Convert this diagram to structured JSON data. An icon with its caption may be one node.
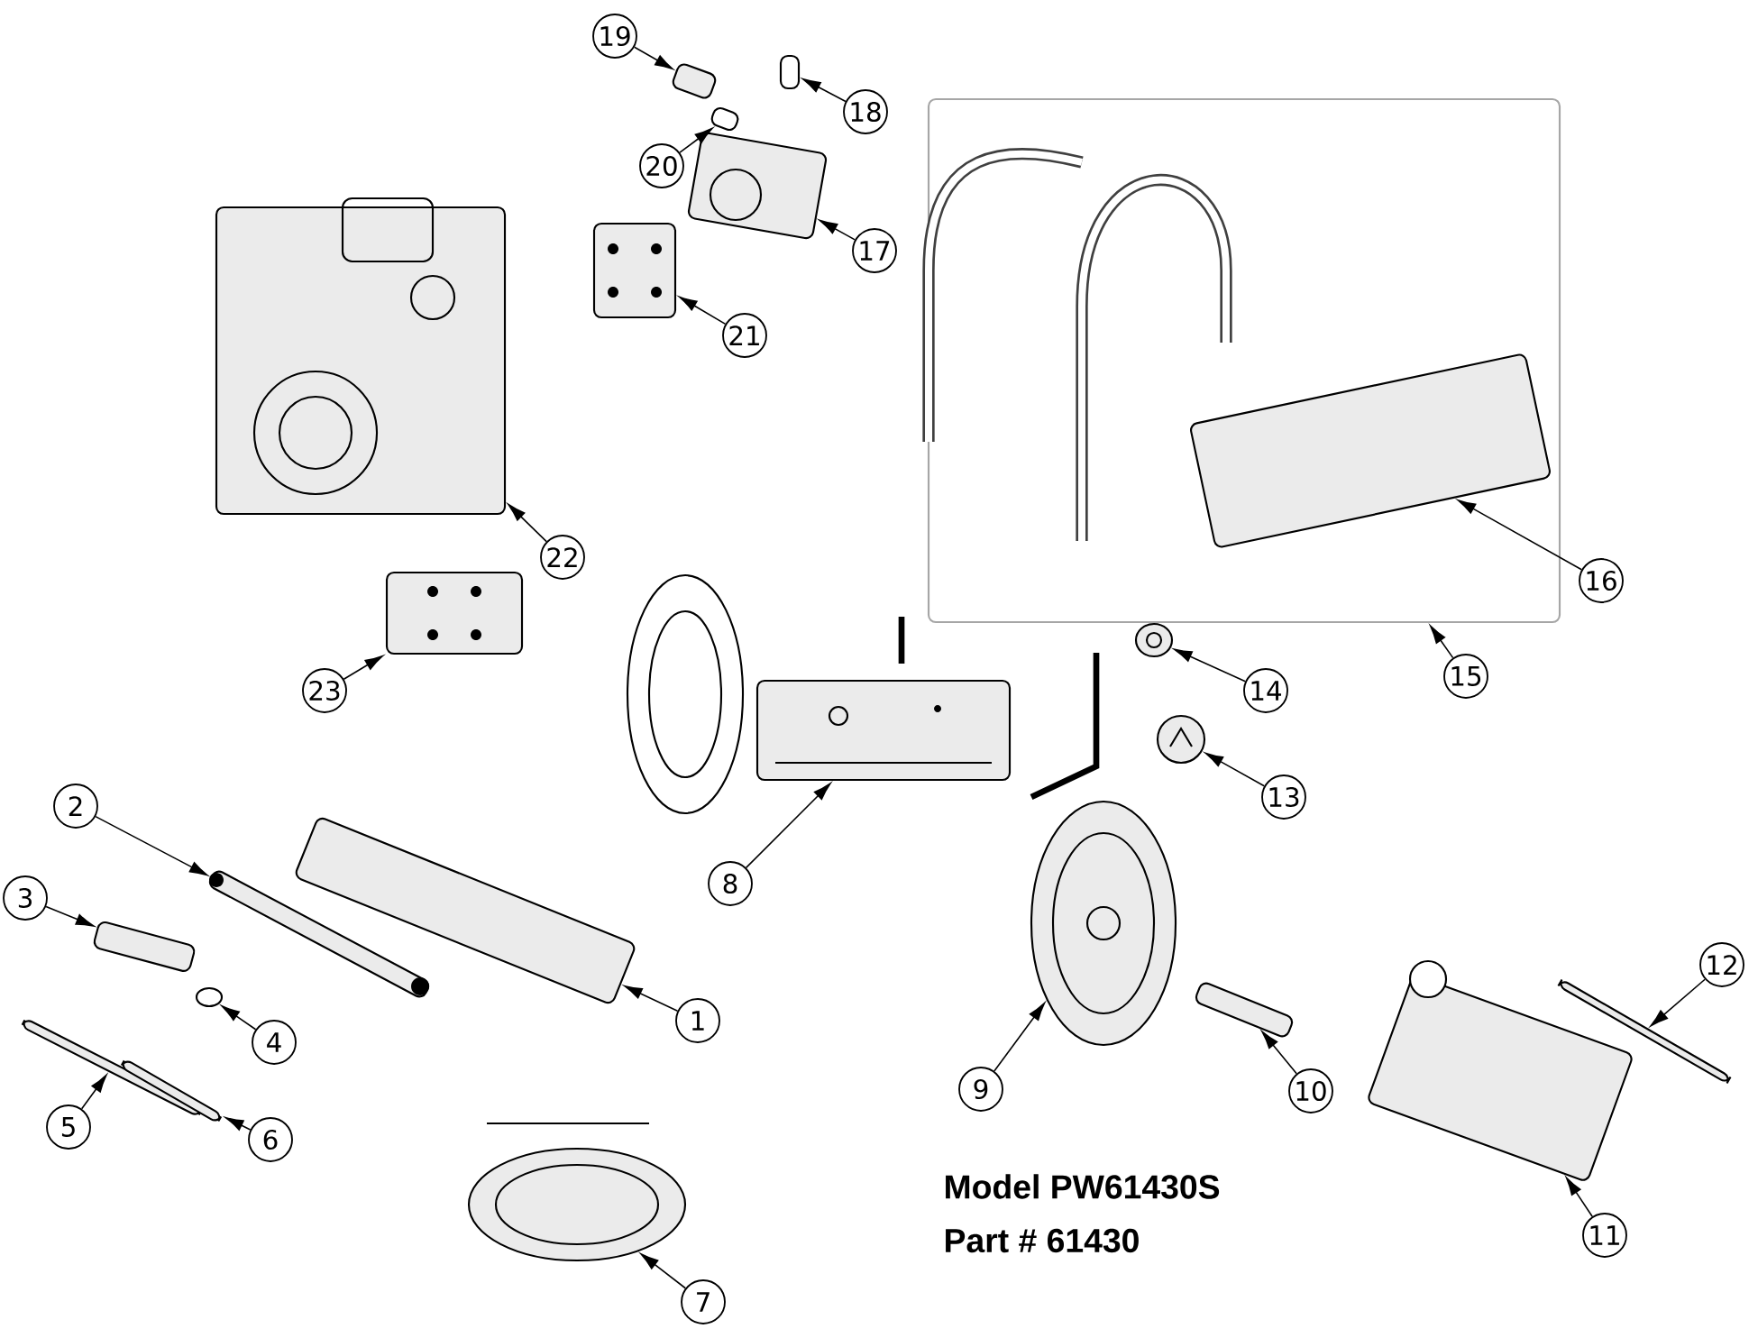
{
  "diagram": {
    "nodes": [
      {
        "text": [
          "1"
        ]
      },
      {
        "text": [
          "2"
        ]
      },
      {
        "text": [
          "3"
        ]
      },
      {
        "text": [
          "4"
        ]
      },
      {
        "text": [
          "5"
        ]
      },
      {
        "text": [
          "6"
        ]
      },
      {
        "text": [
          "7"
        ]
      },
      {
        "text": [
          "8"
        ]
      },
      {
        "text": [
          "9"
        ]
      },
      {
        "text": [
          "10"
        ]
      },
      {
        "text": [
          "11"
        ]
      },
      {
        "text": [
          "12"
        ]
      },
      {
        "text": [
          "13"
        ]
      },
      {
        "text": [
          "14"
        ]
      },
      {
        "text": [
          "15"
        ]
      },
      {
        "text": [
          "16"
        ]
      },
      {
        "text": [
          "17"
        ]
      },
      {
        "text": [
          "18"
        ]
      },
      {
        "text": [
          "19"
        ]
      },
      {
        "text": [
          "20"
        ]
      },
      {
        "text": [
          "21"
        ]
      },
      {
        "text": [
          "22"
        ]
      },
      {
        "text": [
          "23"
        ]
      },
      {
        "text": [],
        "shape": "picture"
      },
      {
        "text": [],
        "shape": "picture"
      },
      {
        "text": [],
        "shape": "picture"
      },
      {
        "text": [],
        "shape": "circle"
      },
      {
        "text": [],
        "shape": "picture"
      },
      {
        "text": [],
        "shape": "picture"
      },
      {
        "text": [],
        "shape": "picture"
      },
      {
        "text": [],
        "shape": "picture"
      },
      {
        "text": [],
        "shape": "picture"
      },
      {
        "text": [],
        "shape": "picture"
      },
      {
        "text": [],
        "shape": "picture"
      },
      {
        "text": [],
        "shape": "picture"
      },
      {
        "text": [],
        "shape": "picture"
      },
      {
        "text": [],
        "shape": "picture"
      },
      {
        "text": [],
        "shape": "picture"
      },
      {
        "text": [],
        "shape": "picture",
        "in": 37
      },
      {
        "text": [],
        "shape": "picture"
      },
      {
        "text": [],
        "shape": "box"
      },
      {
        "text": [],
        "shape": "picture"
      },
      {
        "text": [],
        "shape": "box"
      },
      {
        "text": [],
        "shape": "picture"
      },
      {
        "text": [],
        "shape": "picture"
      },
      {
        "text": [],
        "shape": "picture"
      }
    ],
    "edges": [
      {
        "from": 0,
        "to": 23,
        "arrow": "to"
      },
      {
        "from": 1,
        "to": 24,
        "arrow": "to"
      },
      {
        "from": 2,
        "to": 25,
        "arrow": "to"
      },
      {
        "from": 3,
        "to": 26,
        "arrow": "to"
      },
      {
        "from": 4,
        "to": 27,
        "arrow": "to"
      },
      {
        "from": 5,
        "to": 28,
        "arrow": "to"
      },
      {
        "from": 6,
        "to": 29,
        "arrow": "to"
      },
      {
        "from": 7,
        "to": 30,
        "arrow": "to"
      },
      {
        "from": 8,
        "to": 31,
        "arrow": "to"
      },
      {
        "from": 9,
        "to": 32,
        "arrow": "to"
      },
      {
        "from": 10,
        "to": 33,
        "arrow": "to"
      },
      {
        "from": 11,
        "to": 34,
        "arrow": "to"
      },
      {
        "from": 12,
        "to": 35,
        "arrow": "to"
      },
      {
        "from": 13,
        "to": 36,
        "arrow": "to"
      },
      {
        "from": 14,
        "to": 37,
        "arrow": "to"
      },
      {
        "from": 15,
        "to": 38,
        "arrow": "to"
      },
      {
        "from": 16,
        "to": 39,
        "arrow": "to"
      },
      {
        "from": 17,
        "to": 40,
        "arrow": "to"
      },
      {
        "from": 18,
        "to": 41,
        "arrow": "to"
      },
      {
        "from": 19,
        "to": 42,
        "arrow": "to"
      },
      {
        "from": 20,
        "to": 43,
        "arrow": "to"
      },
      {
        "from": 21,
        "to": 44,
        "arrow": "to"
      },
      {
        "from": 22,
        "to": 45,
        "arrow": "to"
      }
    ],
    "labels": [
      "Model PW61430S",
      "Part # 61430"
    ]
  }
}
